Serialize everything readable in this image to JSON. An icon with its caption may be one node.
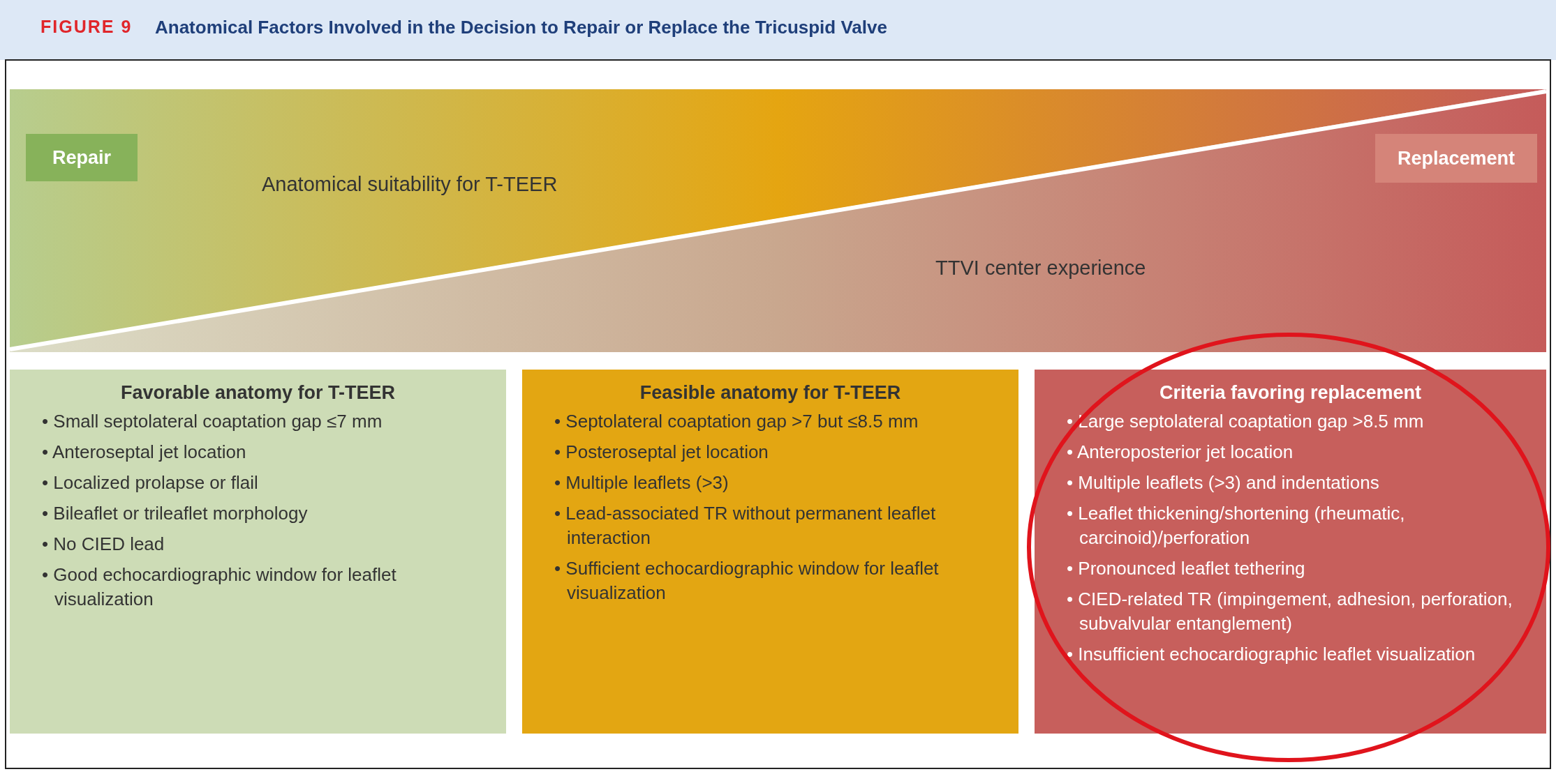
{
  "diagram": {
    "title": "Anatomical Factors Involved in the Decision to Repair or Replace the Tricuspid Valve",
    "nodes": [
      {
        "text": [
          "Repair"
        ]
      },
      {
        "text": [
          "Replacement"
        ]
      },
      {
        "text": [
          "Favorable anatomy for T-TEER",
          "• Small septolateral coaptation gap ≤7 mm",
          "• Anteroseptal jet location",
          "• Localized prolapse or flail",
          "• Bileaflet or trileaflet morphology",
          "• No CIED lead",
          "• Good echocardiographic window for leaflet visualization"
        ]
      },
      {
        "text": [
          "Feasible anatomy for T-TEER",
          "• Septolateral coaptation gap >7 but ≤8.5 mm",
          "• Posteroseptal jet location",
          "• Multiple leaflets (>3)",
          "• Lead-associated TR without permanent leaflet interaction",
          "• Sufficient echocardiographic window for leaflet visualization"
        ]
      },
      {
        "text": [
          "Criteria favoring replacement",
          "• Large septolateral coaptation gap >8.5 mm",
          "• Anteroposterior jet location",
          "• Multiple leaflets (>3) and indentations",
          "• Leaflet thickening/shortening (rheumatic, carcinoid)/perforation",
          "• Pronounced leaflet tethering",
          "• CIED-related TR (impingement, adhesion, perforation, subvalvular entanglement)",
          "• Insufficient echocardiographic leaflet visualization"
        ]
      }
    ],
    "labels": [
      "FIGURE 9",
      "Anatomical suitability for T-TEER",
      "TTVI center experience"
    ]
  }
}
